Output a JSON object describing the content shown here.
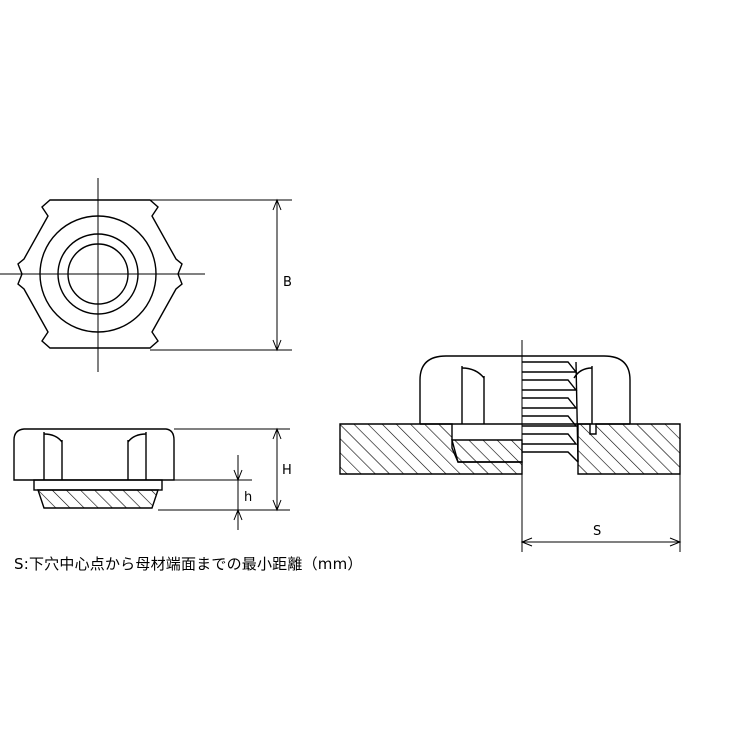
{
  "labels": {
    "B": "B",
    "H": "H",
    "h": "h",
    "S": "S"
  },
  "caption": "S:下穴中心点から母材端面までの最小距離（mm）"
}
